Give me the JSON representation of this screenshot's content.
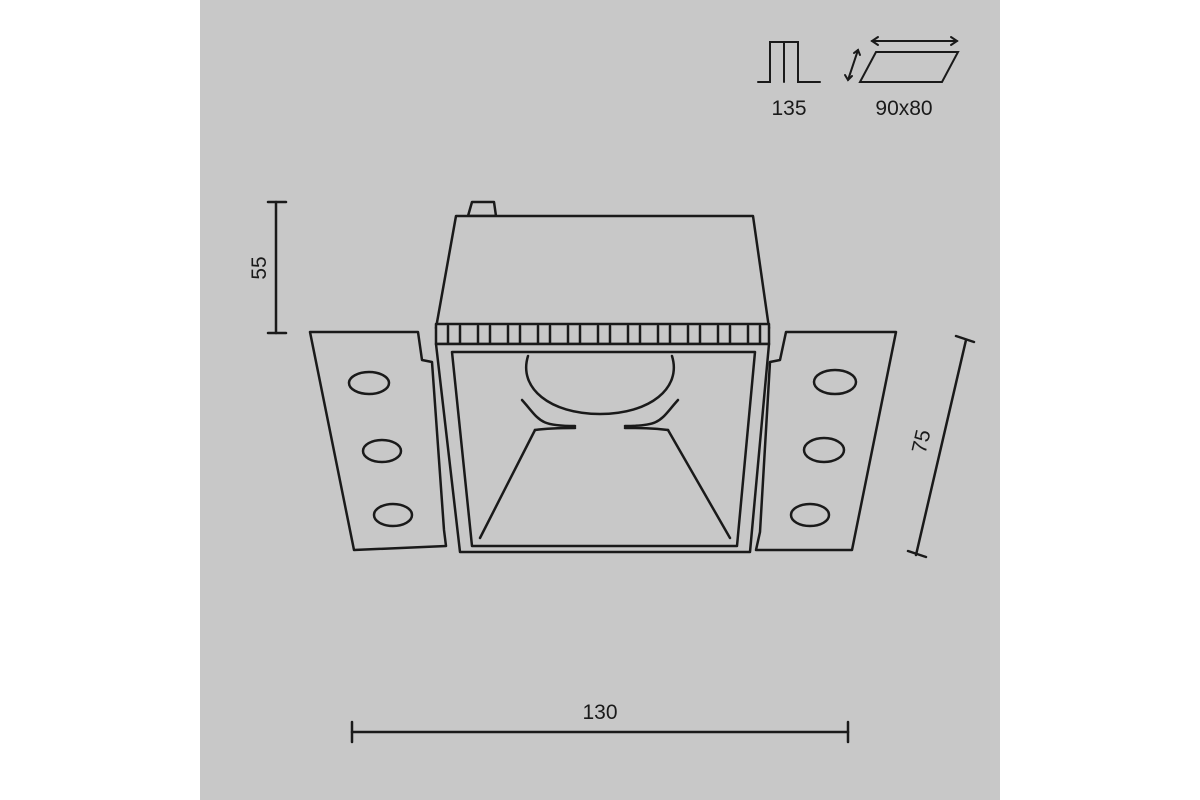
{
  "colors": {
    "panel_background": "#c8c8c8",
    "page_background": "#ffffff",
    "line": "#1a1a1a"
  },
  "icons": {
    "cutout_depth": "recess-depth-icon",
    "cutout_size": "cutout-size-icon"
  },
  "specs": {
    "depth_label": "135",
    "cutout_label": "90x80"
  },
  "dimensions": {
    "height": "55",
    "width": "130",
    "depth": "75"
  }
}
